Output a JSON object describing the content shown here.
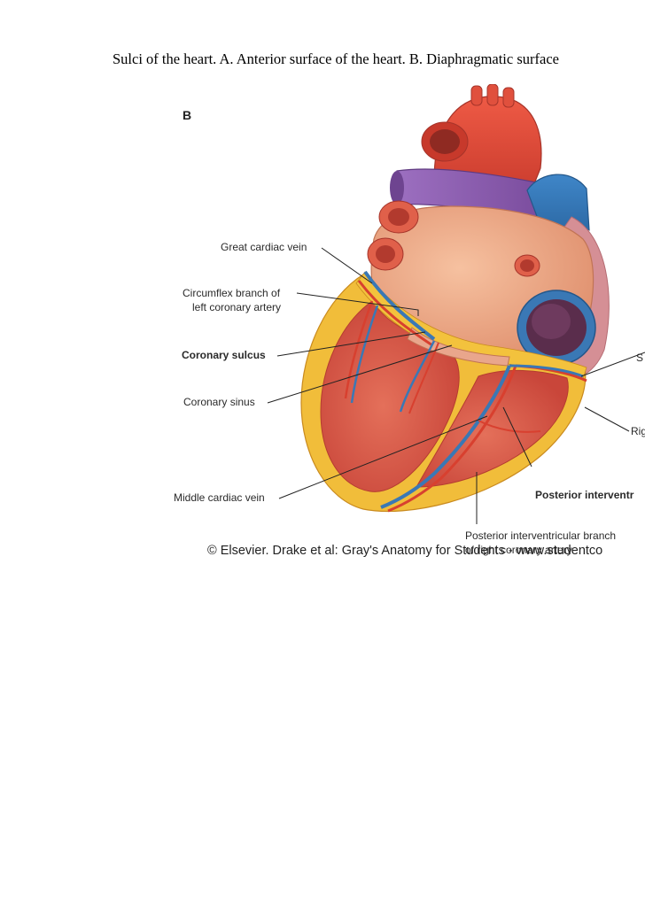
{
  "caption": "Sulci of the heart. A. Anterior surface of the heart. B. Diaphragmatic surface",
  "figure": {
    "panel_letter": "B",
    "labels": {
      "great_cardiac_vein": "Great cardiac vein",
      "circumflex_line1": "Circumflex branch of",
      "circumflex_line2": "left coronary artery",
      "coronary_sulcus": "Coronary sulcus",
      "coronary_sinus": "Coronary sinus",
      "middle_cardiac_vein": "Middle cardiac vein",
      "posterior_interventricular_sulcus": "Posterior interventr",
      "pib_line1": "Posterior interventricular branch",
      "pib_line2": "of right coronary artery",
      "right_cut": "Rig",
      "s_cut": "S"
    },
    "copyright": "© Elsevier. Drake et al: Gray's Anatomy for Students - www.studentco"
  },
  "colors": {
    "muscle": "#d9584a",
    "fat": "#f3c23d",
    "atrium": "#eba080",
    "artery": "#d8402f",
    "vein_blue": "#3a78b5",
    "pulmonary_vessel": "#8e5cae"
  }
}
